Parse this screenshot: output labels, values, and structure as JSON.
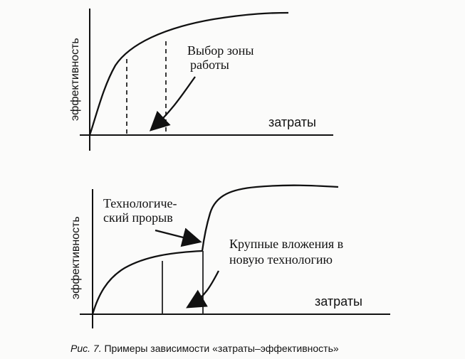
{
  "top_diagram": {
    "y_axis_label": "эффективность",
    "x_axis_label": "затраты",
    "annotation_lines": [
      "Выбор зоны",
      "работы"
    ]
  },
  "bottom_diagram": {
    "y_axis_label": "эффективность",
    "x_axis_label": "затраты",
    "annotation_left_lines": [
      "Технологиче-",
      "ский прорыв"
    ],
    "annotation_right_lines": [
      "Крупные вложения в",
      "новую технологию"
    ]
  },
  "caption": {
    "prefix": "Рис. 7.",
    "text": " Примеры зависимости «затраты–эффективность»"
  }
}
